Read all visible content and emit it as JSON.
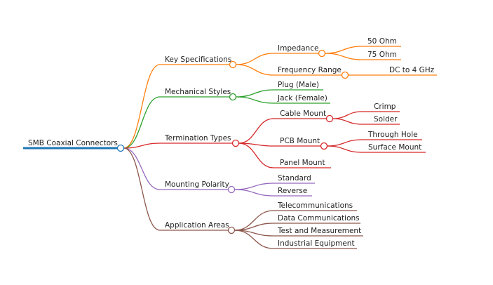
{
  "root": {
    "label": "SMB Coaxial Connectors",
    "color": "#1f77b4"
  },
  "branches": [
    {
      "label": "Key Specifications",
      "color": "#ff7f0e",
      "children": [
        {
          "label": "Impedance",
          "children": [
            {
              "label": "50 Ohm"
            },
            {
              "label": "75 Ohm"
            }
          ]
        },
        {
          "label": "Frequency Range",
          "children": [
            {
              "label": "DC to 4 GHz"
            }
          ]
        }
      ]
    },
    {
      "label": "Mechanical Styles",
      "color": "#2ca02c",
      "children": [
        {
          "label": "Plug (Male)"
        },
        {
          "label": "Jack (Female)"
        }
      ]
    },
    {
      "label": "Termination Types",
      "color": "#d62728",
      "children": [
        {
          "label": "Cable Mount",
          "children": [
            {
              "label": "Crimp"
            },
            {
              "label": "Solder"
            }
          ]
        },
        {
          "label": "PCB Mount",
          "children": [
            {
              "label": "Through Hole"
            },
            {
              "label": "Surface Mount"
            }
          ]
        },
        {
          "label": "Panel Mount"
        }
      ]
    },
    {
      "label": "Mounting Polarity",
      "color": "#9467bd",
      "children": [
        {
          "label": "Standard"
        },
        {
          "label": "Reverse"
        }
      ]
    },
    {
      "label": "Application Areas",
      "color": "#8c564b",
      "children": [
        {
          "label": "Telecommunications"
        },
        {
          "label": "Data Communications"
        },
        {
          "label": "Test and Measurement"
        },
        {
          "label": "Industrial Equipment"
        }
      ]
    }
  ]
}
